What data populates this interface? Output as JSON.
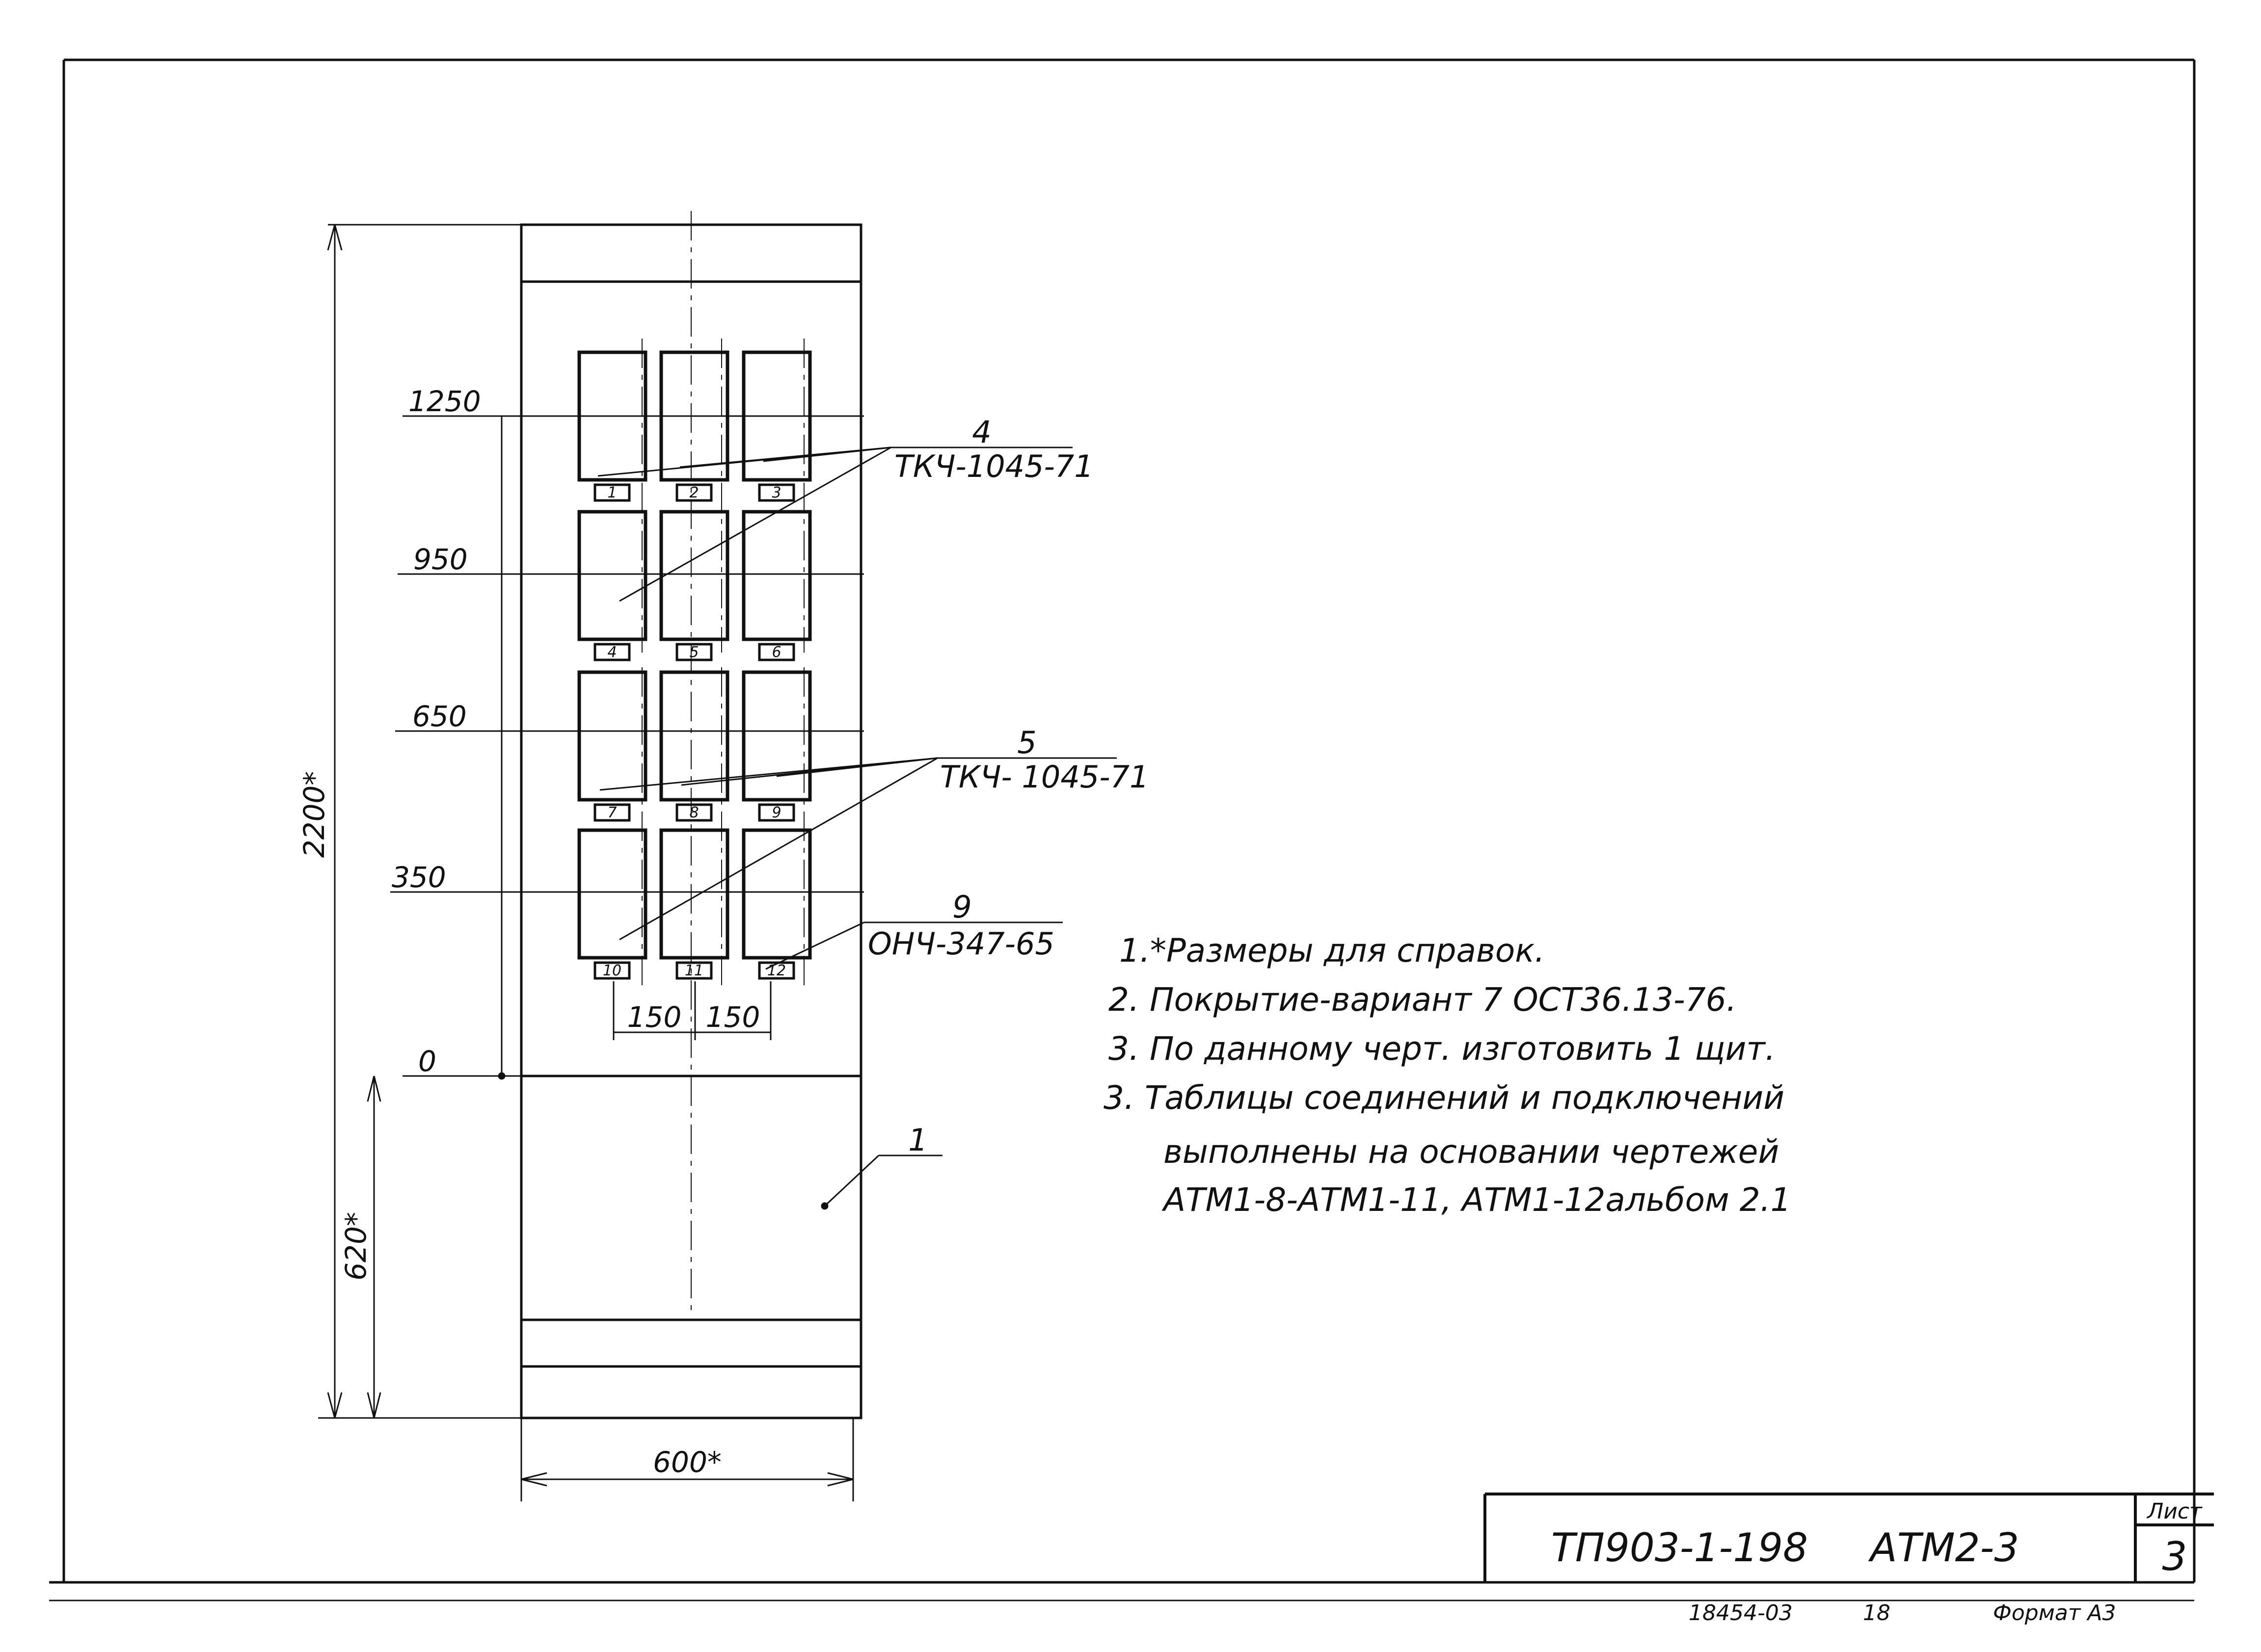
{
  "drawing": {
    "dimensions": {
      "h1250": "1250",
      "h950": "950",
      "h650": "650",
      "h350": "350",
      "h0": "0",
      "total_height": "2200*",
      "lower_height": "620*",
      "width": "600*",
      "spacing_left": "150",
      "spacing_right": "150"
    },
    "callouts": {
      "c4_number": "4",
      "c4_code": "ТКЧ-1045-71",
      "c5_number": "5",
      "c5_code": "ТКЧ- 1045-71",
      "c9_number": "9",
      "c9_code": "ОНЧ-347-65",
      "c1_number": "1"
    },
    "device_numbers": [
      "1",
      "2",
      "3",
      "4",
      "5",
      "6",
      "7",
      "8",
      "9",
      "10",
      "11",
      "12"
    ]
  },
  "notes": [
    "1.*Размеры для справок.",
    "2. Покрытие-вариант 7 ОСТ36.13-76.",
    "3. По данному черт. изготовить 1 щит.",
    "3. Таблицы соединений и подключений",
    "выполнены на основании чертежей",
    "АТМ1-8-АТМ1-11, АТМ1-12альбом 2.1"
  ],
  "title_block": {
    "project": "ТП903-1-198",
    "sheet_code": "АТМ2-3",
    "sheet_label": "Лист",
    "sheet_number": "3",
    "archive_number": "18454-03",
    "copy_number": "18",
    "format": "Формат А3"
  }
}
